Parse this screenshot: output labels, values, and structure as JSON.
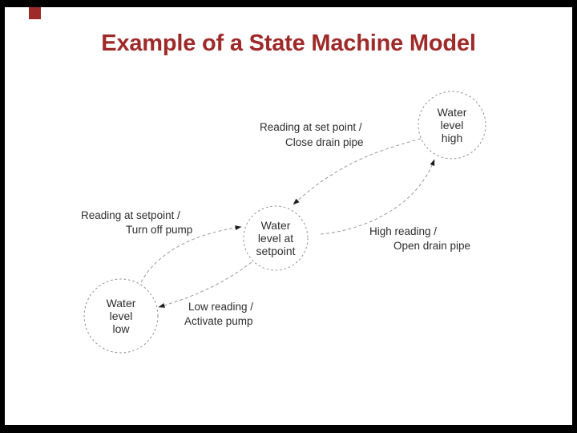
{
  "slide": {
    "title": "Example of a State Machine Model",
    "title_color": "#9e2a2a",
    "accent_square_color": "#9e2a2a",
    "frame_color": "#000000",
    "background_color": "#ffffff"
  },
  "diagram": {
    "type": "state-machine",
    "states": [
      {
        "name": "water-level-high",
        "lines": [
          "Water",
          "level",
          "high"
        ]
      },
      {
        "name": "water-level-at-setpoint",
        "lines": [
          "Water",
          "level at",
          "setpoint"
        ]
      },
      {
        "name": "water-level-low",
        "lines": [
          "Water",
          "level",
          "low"
        ]
      }
    ],
    "transitions": [
      {
        "from": "water-level-high",
        "to": "water-level-at-setpoint",
        "event": "Reading at set point /",
        "action": "Close drain pipe"
      },
      {
        "from": "water-level-at-setpoint",
        "to": "water-level-high",
        "event": "High reading /",
        "action": "Open drain pipe"
      },
      {
        "from": "water-level-low",
        "to": "water-level-at-setpoint",
        "event": "Reading at setpoint /",
        "action": "Turn off pump"
      },
      {
        "from": "water-level-at-setpoint",
        "to": "water-level-low",
        "event": "Low reading /",
        "action": "Activate pump"
      }
    ]
  }
}
